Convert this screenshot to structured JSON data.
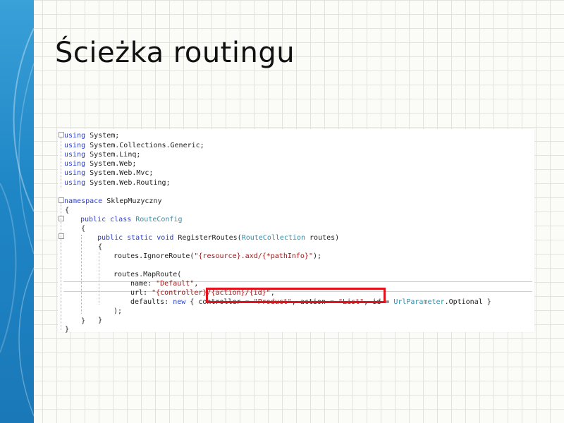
{
  "slide": {
    "title": "Ścieżka routingu"
  },
  "code": {
    "lines": [
      {
        "kw": "using",
        "rest": " System;"
      },
      {
        "kw": "using",
        "rest": " System.Collections.Generic;"
      },
      {
        "kw": "using",
        "rest": " System.Linq;"
      },
      {
        "kw": "using",
        "rest": " System.Web;"
      },
      {
        "kw": "using",
        "rest": " System.Web.Mvc;"
      },
      {
        "kw": "using",
        "rest": " System.Web.Routing;"
      }
    ],
    "namespace_kw": "namespace",
    "namespace_name": " SklepMuzyczny",
    "open_brace": "{",
    "close_brace": "}",
    "class_kw": "public class",
    "class_name": " RouteConfig",
    "method_kw": "public static void",
    "method_name": " RegisterRoutes(",
    "param_type": "RouteCollection",
    "param_rest": " routes)",
    "ignore_prefix": "routes.IgnoreRoute(",
    "ignore_str": "\"{resource}.axd/{*pathInfo}\"",
    "ignore_suffix": ");",
    "maproute": "routes.MapRoute(",
    "name_label": "name: ",
    "name_str": "\"Default\"",
    "name_suffix": ",",
    "url_label": "url: ",
    "url_str": "\"{controller}/{action}/{id}\"",
    "url_suffix": ",",
    "defaults_label": "defaults: ",
    "defaults_new": "new",
    "defaults_mid1": " { controller = ",
    "defaults_product": "\"Product\"",
    "defaults_mid2": ", action = ",
    "defaults_list": "\"List\"",
    "defaults_mid3": ", id = ",
    "defaults_type": "UrlParameter",
    "defaults_end": ".Optional }",
    "close_call": ");"
  },
  "colors": {
    "keyword": "#2b3fd3",
    "type": "#2b91af",
    "string": "#a31515",
    "highlight_border": "#e0141e",
    "side_bar": "#1f86c6"
  }
}
